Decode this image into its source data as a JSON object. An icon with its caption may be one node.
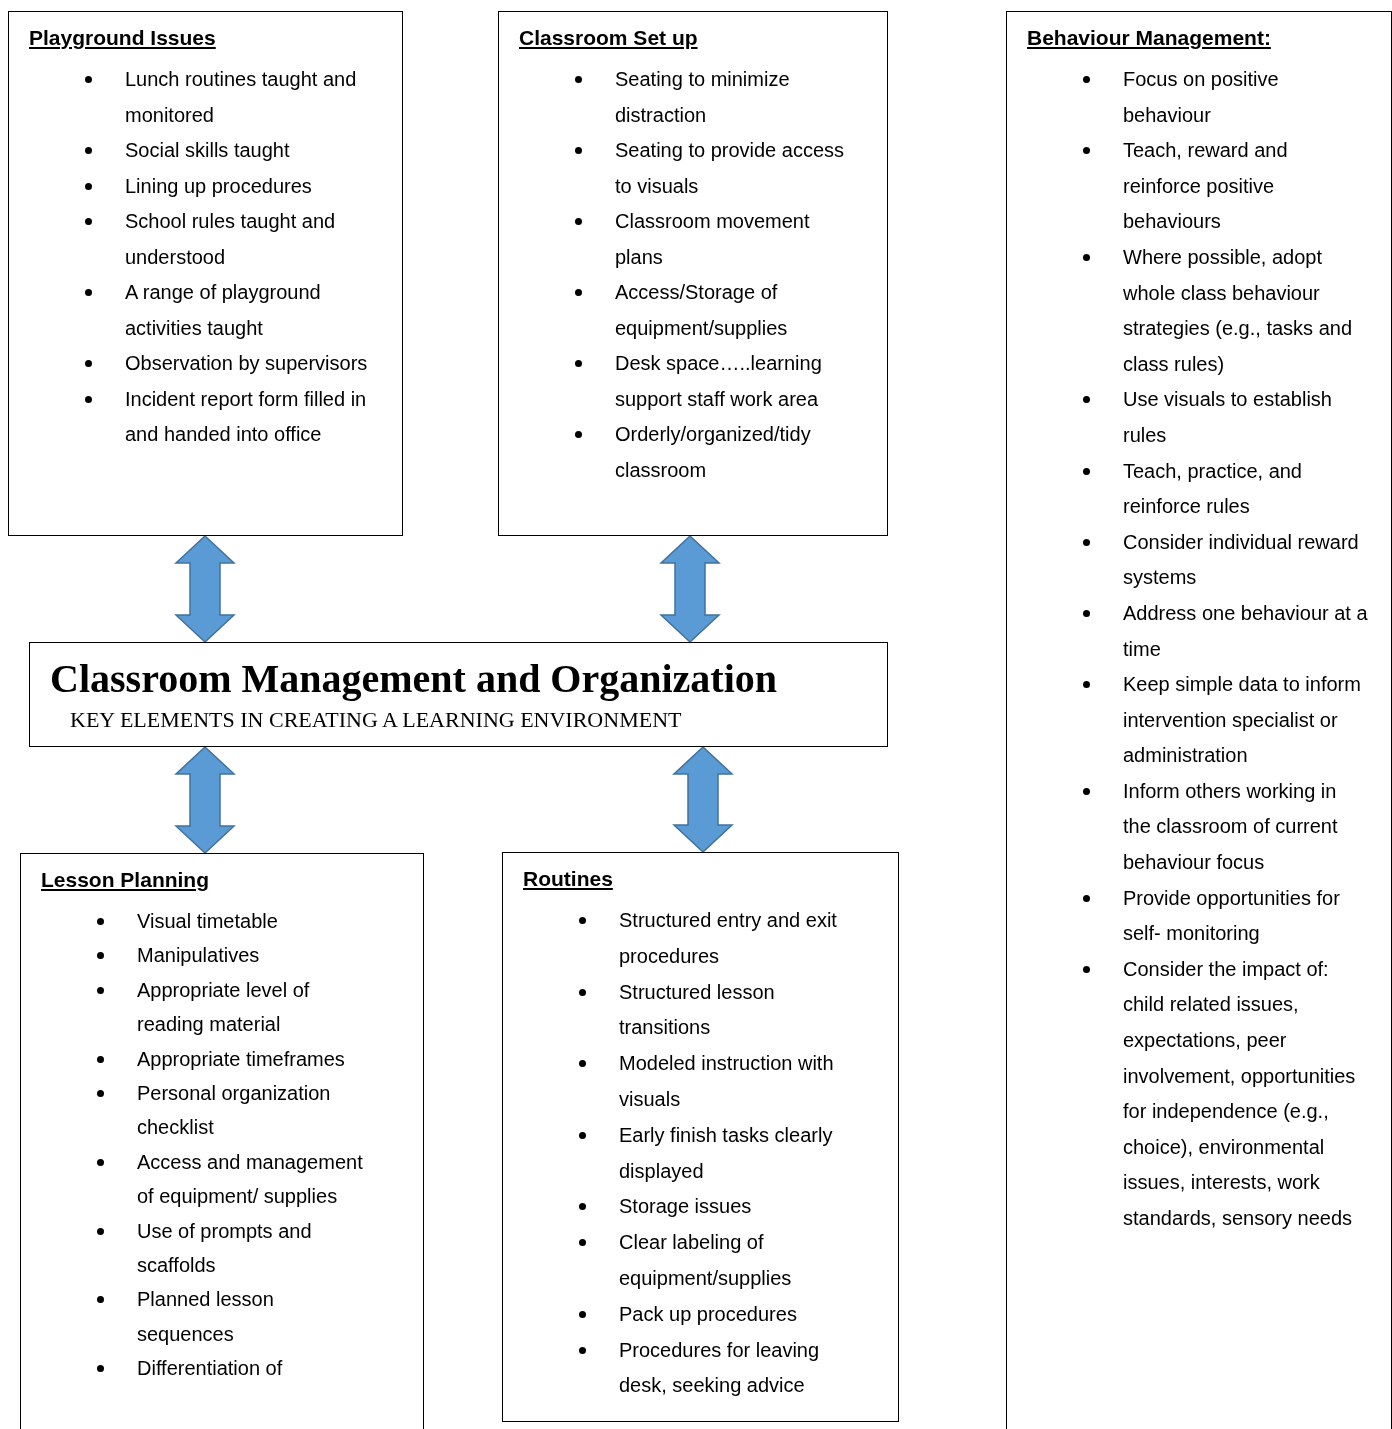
{
  "diagram": {
    "nodes": [
      {
        "text": [
          "Playground Issues",
          "Lunch routines taught and monitored",
          "Social skills taught",
          "Lining up procedures",
          "School rules taught and understood",
          "A range of playground activities taught",
          "Observation by supervisors",
          "Incident report form filled in and handed into office"
        ]
      },
      {
        "text": [
          "Classroom Set up",
          "Seating to minimize distraction",
          "Seating to provide access to visuals",
          "Classroom movement plans",
          "Access/Storage of equipment/supplies",
          "Desk space…..learning support staff work area",
          "Orderly/organized/tidy classroom"
        ]
      },
      {
        "text": [
          "Behaviour Management:",
          "Focus on positive behaviour",
          "Teach, reward and reinforce positive behaviours",
          "Where possible, adopt whole class behaviour strategies (e.g., tasks and class rules)",
          "Use visuals to establish rules",
          "Teach, practice, and reinforce rules",
          "Consider individual reward systems",
          "Address one behaviour at a time",
          "Keep simple data to inform intervention specialist or administration",
          "Inform others working in the classroom of current behaviour focus",
          "Provide opportunities for self- monitoring",
          "Consider the impact of: child related issues, expectations, peer involvement, opportunities for independence (e.g., choice), environmental issues, interests, work standards, sensory needs"
        ]
      },
      {
        "text": [
          "Classroom Management and Organization",
          "KEY ELEMENTS IN CREATING A LEARNING ENVIRONMENT"
        ]
      },
      {
        "text": [
          "Lesson Planning",
          "Visual timetable",
          "Manipulatives",
          "Appropriate level of reading material",
          "Appropriate timeframes",
          "Personal organization checklist",
          "Access and management of equipment/ supplies",
          "Use of prompts and scaffolds",
          "Planned lesson sequences",
          "Differentiation of"
        ]
      },
      {
        "text": [
          "Routines",
          "Structured entry and exit procedures",
          "Structured lesson transitions",
          "Modeled instruction with visuals",
          "Early finish tasks clearly displayed",
          "Storage issues",
          "Clear labeling of equipment/supplies",
          "Pack up procedures",
          "Procedures for leaving desk, seeking advice"
        ]
      }
    ],
    "edges": [
      {
        "from": 0,
        "to": 3,
        "arrow": "both"
      },
      {
        "from": 1,
        "to": 3,
        "arrow": "both"
      },
      {
        "from": 3,
        "to": 4,
        "arrow": "both"
      },
      {
        "from": 3,
        "to": 5,
        "arrow": "both"
      }
    ]
  }
}
